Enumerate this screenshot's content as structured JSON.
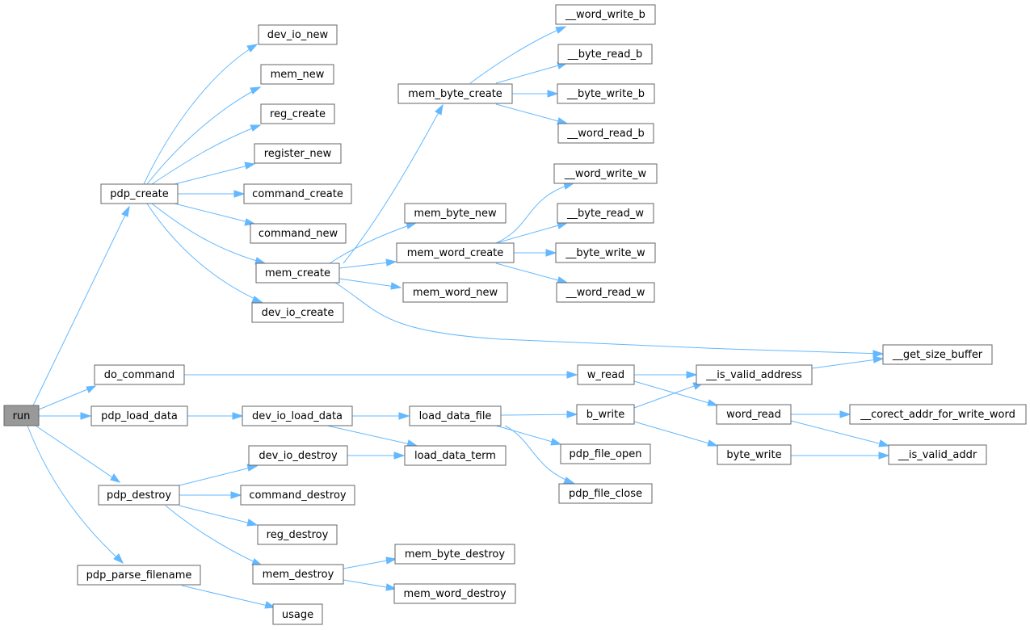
{
  "title": "run call graph",
  "colors": {
    "edge": "#63b8ff",
    "node_border": "#666666",
    "root_fill": "#999999",
    "node_fill": "#ffffff"
  },
  "nodes": {
    "run": "run",
    "pdp_create": "pdp_create",
    "do_command": "do_command",
    "pdp_load_data": "pdp_load_data",
    "pdp_destroy": "pdp_destroy",
    "pdp_parse_filename": "pdp_parse_filename",
    "dev_io_new": "dev_io_new",
    "mem_new": "mem_new",
    "reg_create": "reg_create",
    "register_new": "register_new",
    "command_create": "command_create",
    "command_new": "command_new",
    "mem_create": "mem_create",
    "dev_io_create": "dev_io_create",
    "mem_byte_create": "mem_byte_create",
    "mem_byte_new": "mem_byte_new",
    "mem_word_create": "mem_word_create",
    "mem_word_new": "mem_word_new",
    "word_write_b": "__word_write_b",
    "byte_read_b": "__byte_read_b",
    "byte_write_b": "__byte_write_b",
    "word_read_b": "__word_read_b",
    "word_write_w": "__word_write_w",
    "byte_read_w": "__byte_read_w",
    "byte_write_w": "__byte_write_w",
    "word_read_w": "__word_read_w",
    "get_size_buffer": "__get_size_buffer",
    "w_read": "w_read",
    "is_valid_address": "__is_valid_address",
    "word_read": "word_read",
    "corect_addr": "__corect_addr_for_write_word",
    "is_valid_addr": "__is_valid_addr",
    "dev_io_load_data": "dev_io_load_data",
    "load_data_file": "load_data_file",
    "b_write": "b_write",
    "byte_write": "byte_write",
    "pdp_file_open": "pdp_file_open",
    "pdp_file_close": "pdp_file_close",
    "dev_io_destroy": "dev_io_destroy",
    "load_data_term": "load_data_term",
    "command_destroy": "command_destroy",
    "reg_destroy": "reg_destroy",
    "mem_destroy": "mem_destroy",
    "mem_byte_destroy": "mem_byte_destroy",
    "mem_word_destroy": "mem_word_destroy",
    "usage": "usage"
  },
  "edges": [
    [
      "run",
      "pdp_create"
    ],
    [
      "run",
      "do_command"
    ],
    [
      "run",
      "pdp_load_data"
    ],
    [
      "run",
      "pdp_destroy"
    ],
    [
      "run",
      "pdp_parse_filename"
    ],
    [
      "pdp_create",
      "dev_io_new"
    ],
    [
      "pdp_create",
      "mem_new"
    ],
    [
      "pdp_create",
      "reg_create"
    ],
    [
      "pdp_create",
      "register_new"
    ],
    [
      "pdp_create",
      "command_create"
    ],
    [
      "pdp_create",
      "command_new"
    ],
    [
      "pdp_create",
      "mem_create"
    ],
    [
      "pdp_create",
      "dev_io_create"
    ],
    [
      "mem_create",
      "mem_byte_create"
    ],
    [
      "mem_create",
      "mem_byte_new"
    ],
    [
      "mem_create",
      "mem_word_create"
    ],
    [
      "mem_create",
      "mem_word_new"
    ],
    [
      "mem_create",
      "get_size_buffer"
    ],
    [
      "mem_byte_create",
      "word_write_b"
    ],
    [
      "mem_byte_create",
      "byte_read_b"
    ],
    [
      "mem_byte_create",
      "byte_write_b"
    ],
    [
      "mem_byte_create",
      "word_read_b"
    ],
    [
      "mem_word_create",
      "word_write_w"
    ],
    [
      "mem_word_create",
      "byte_read_w"
    ],
    [
      "mem_word_create",
      "byte_write_w"
    ],
    [
      "mem_word_create",
      "word_read_w"
    ],
    [
      "do_command",
      "w_read"
    ],
    [
      "w_read",
      "is_valid_address"
    ],
    [
      "w_read",
      "word_read"
    ],
    [
      "is_valid_address",
      "get_size_buffer"
    ],
    [
      "word_read",
      "corect_addr"
    ],
    [
      "word_read",
      "is_valid_addr"
    ],
    [
      "pdp_load_data",
      "dev_io_load_data"
    ],
    [
      "dev_io_load_data",
      "load_data_file"
    ],
    [
      "dev_io_load_data",
      "load_data_term"
    ],
    [
      "load_data_file",
      "b_write"
    ],
    [
      "load_data_file",
      "pdp_file_open"
    ],
    [
      "load_data_file",
      "pdp_file_close"
    ],
    [
      "b_write",
      "is_valid_address"
    ],
    [
      "b_write",
      "byte_write"
    ],
    [
      "byte_write",
      "is_valid_addr"
    ],
    [
      "pdp_destroy",
      "dev_io_destroy"
    ],
    [
      "pdp_destroy",
      "command_destroy"
    ],
    [
      "pdp_destroy",
      "reg_destroy"
    ],
    [
      "pdp_destroy",
      "mem_destroy"
    ],
    [
      "dev_io_destroy",
      "load_data_term"
    ],
    [
      "mem_destroy",
      "mem_byte_destroy"
    ],
    [
      "mem_destroy",
      "mem_word_destroy"
    ],
    [
      "pdp_parse_filename",
      "usage"
    ]
  ]
}
